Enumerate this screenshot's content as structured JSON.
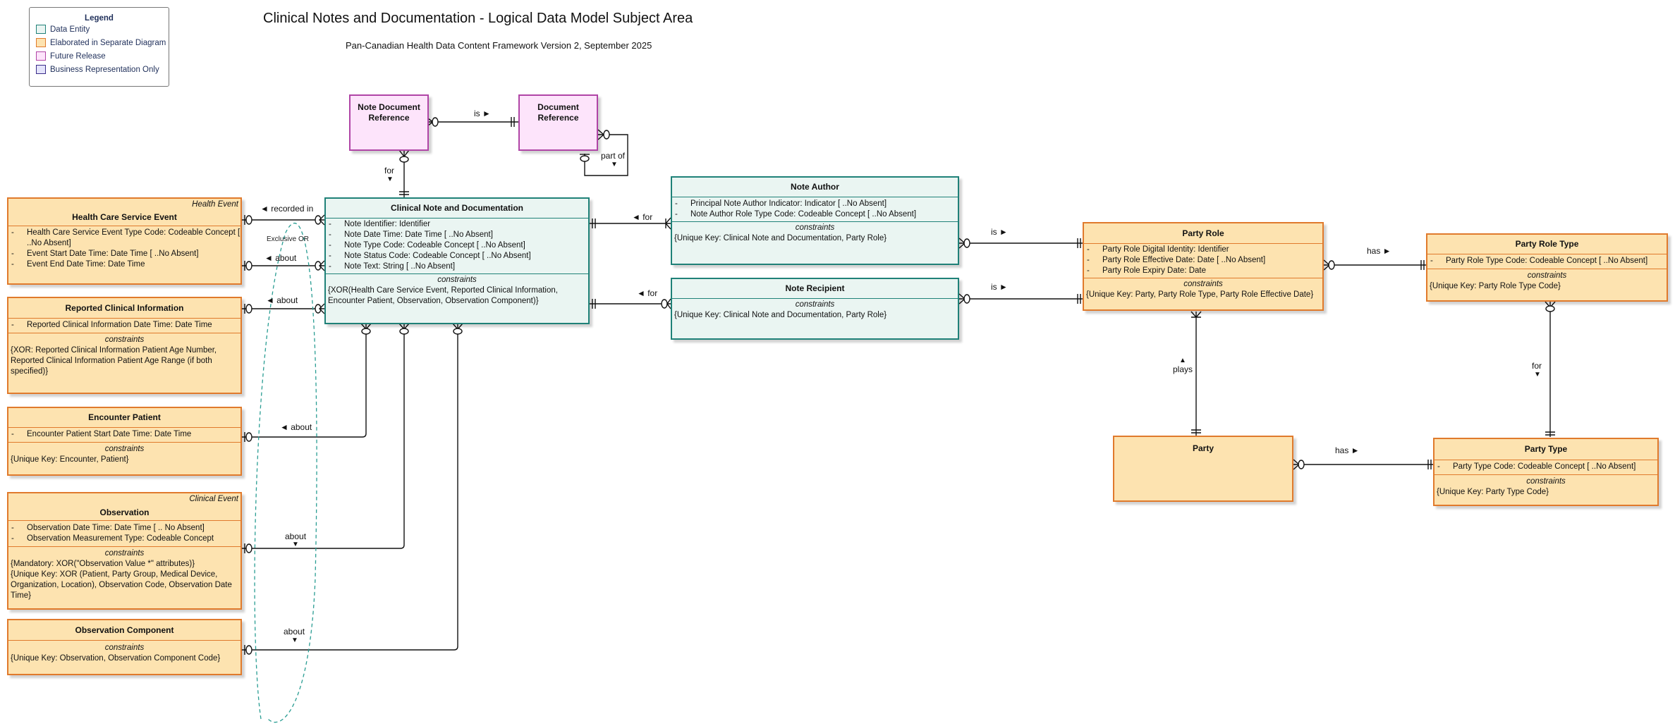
{
  "title": "Clinical Notes and Documentation - Logical Data Model Subject Area",
  "subtitle": "Pan-Canadian Health Data Content Framework Version 2, September 2025",
  "legend": {
    "title": "Legend",
    "items": [
      {
        "label": "Data Entity",
        "fill": "#eaf5f2",
        "border": "#1f8178"
      },
      {
        "label": "Elaborated in Separate Diagram",
        "fill": "#fde3b0",
        "border": "#e07a2c"
      },
      {
        "label": "Future Release",
        "fill": "#fde4fb",
        "border": "#b045a6"
      },
      {
        "label": "Business Representation Only",
        "fill": "#e4e4fb",
        "border": "#3a2d8a"
      }
    ]
  },
  "constraints_label": "constraints",
  "entities": {
    "note_document_reference": {
      "name": "Note Document Reference",
      "category": "Future Release"
    },
    "document_reference": {
      "name": "Document Reference",
      "category": "Future Release"
    },
    "clinical_note": {
      "name": "Clinical Note and Documentation",
      "category": "Data Entity",
      "attributes": [
        "Note Identifier: Identifier",
        "Note Date Time: Date Time [ ..No Absent]",
        "Note Type Code: Codeable Concept [ ..No Absent]",
        "Note Status Code: Codeable Concept [ ..No Absent]",
        "Note Text: String [ ..No Absent]"
      ],
      "constraints": "{XOR(Health Care Service Event, Reported Clinical Information, Encounter Patient, Observation, Observation Component)}"
    },
    "health_care_service_event": {
      "name": "Health Care Service Event",
      "stereotype": "Health Event",
      "category": "Elaborated in Separate Diagram",
      "attributes": [
        "Health Care Service Event Type Code: Codeable Concept [ ..No Absent]",
        "Event Start Date Time: Date Time [ ..No Absent]",
        "Event End Date Time: Date Time"
      ]
    },
    "reported_clinical_information": {
      "name": "Reported Clinical Information",
      "category": "Elaborated in Separate Diagram",
      "attributes": [
        "Reported Clinical Information Date Time: Date Time"
      ],
      "constraints": "{XOR: Reported Clinical Information Patient Age Number, Reported Clinical Information Patient Age Range (if both specified)}"
    },
    "encounter_patient": {
      "name": "Encounter Patient",
      "category": "Elaborated in Separate Diagram",
      "attributes": [
        "Encounter Patient Start Date Time: Date Time"
      ],
      "constraints": "{Unique Key: Encounter, Patient}"
    },
    "observation": {
      "name": "Observation",
      "stereotype": "Clinical Event",
      "category": "Elaborated in Separate Diagram",
      "attributes": [
        "Observation Date Time: Date Time [ .. No Absent]",
        "Observation Measurement Type: Codeable Concept"
      ],
      "constraints": "{Mandatory: XOR(\"Observation Value *\" attributes)}\n{Unique Key: XOR (Patient, Party Group, Medical Device, Organization, Location), Observation Code, Observation Date Time}"
    },
    "observation_component": {
      "name": "Observation Component",
      "category": "Elaborated in Separate Diagram",
      "constraints": "{Unique Key: Observation, Observation Component Code}"
    },
    "note_author": {
      "name": "Note Author",
      "category": "Data Entity",
      "attributes": [
        "Principal Note Author Indicator: Indicator [ ..No Absent]",
        "Note Author Role Type Code: Codeable Concept [ ..No Absent]"
      ],
      "constraints": "{Unique Key: Clinical Note and Documentation, Party Role}"
    },
    "note_recipient": {
      "name": "Note Recipient",
      "category": "Data Entity",
      "constraints": "{Unique Key: Clinical Note and Documentation, Party Role}"
    },
    "party_role": {
      "name": "Party Role",
      "category": "Elaborated in Separate Diagram",
      "attributes": [
        "Party Role Digital Identity: Identifier",
        "Party Role Effective Date: Date [ ..No Absent]",
        "Party Role Expiry Date: Date"
      ],
      "constraints": "{Unique Key: Party, Party Role Type, Party Role Effective Date}"
    },
    "party_role_type": {
      "name": "Party Role Type",
      "category": "Elaborated in Separate Diagram",
      "attributes": [
        "Party Role Type Code: Codeable Concept [ ..No Absent]"
      ],
      "constraints": "{Unique Key: Party Role Type Code}"
    },
    "party": {
      "name": "Party",
      "category": "Elaborated in Separate Diagram"
    },
    "party_type": {
      "name": "Party Type",
      "category": "Elaborated in Separate Diagram",
      "attributes": [
        "Party Type Code: Codeable Concept [ ..No Absent]"
      ],
      "constraints": "{Unique Key: Party Type Code}"
    }
  },
  "relationships": [
    {
      "from": "Note Document Reference",
      "to": "Document Reference",
      "label": "is",
      "arrow": "►"
    },
    {
      "from": "Document Reference",
      "to": "Document Reference",
      "label": "part of",
      "arrow": "▼"
    },
    {
      "from": "Note Document Reference",
      "to": "Clinical Note and Documentation",
      "label": "for",
      "arrow": "▼"
    },
    {
      "from": "Health Care Service Event",
      "to": "Clinical Note and Documentation",
      "label": "recorded in",
      "arrow": "◄"
    },
    {
      "from": "Health Care Service Event",
      "to": "Clinical Note and Documentation",
      "label": "about",
      "arrow": "◄"
    },
    {
      "from": "Reported Clinical Information",
      "to": "Clinical Note and Documentation",
      "label": "about",
      "arrow": "◄"
    },
    {
      "from": "Encounter Patient",
      "to": "Clinical Note and Documentation",
      "label": "about",
      "arrow": "◄"
    },
    {
      "from": "Observation",
      "to": "Clinical Note and Documentation",
      "label": "about",
      "arrow": "▼"
    },
    {
      "from": "Observation Component",
      "to": "Clinical Note and Documentation",
      "label": "about",
      "arrow": "▼"
    },
    {
      "from": "Note Author",
      "to": "Clinical Note and Documentation",
      "label": "for",
      "arrow": "◄"
    },
    {
      "from": "Note Recipient",
      "to": "Clinical Note and Documentation",
      "label": "for",
      "arrow": "◄"
    },
    {
      "from": "Note Author",
      "to": "Party Role",
      "label": "is",
      "arrow": "►"
    },
    {
      "from": "Note Recipient",
      "to": "Party Role",
      "label": "is",
      "arrow": "►"
    },
    {
      "from": "Party Role",
      "to": "Party Role Type",
      "label": "has",
      "arrow": "►"
    },
    {
      "from": "Party",
      "to": "Party Role",
      "label": "plays",
      "arrow": "▲"
    },
    {
      "from": "Party Role Type",
      "to": "Party Type",
      "label": "for",
      "arrow": "▼"
    },
    {
      "from": "Party",
      "to": "Party Type",
      "label": "has",
      "arrow": "►"
    }
  ],
  "xor_group": {
    "label": "Exclusive OR"
  },
  "labels": {
    "is_ndr": "is ►",
    "part_of": "part of",
    "part_of_arrow": "▼",
    "for_ndr": "for",
    "for_ndr_arrow": "▼",
    "recorded_in": "◄ recorded in",
    "about_hcse": "◄ about",
    "about_rci": "◄ about",
    "about_ep": "◄ about",
    "about_obs": "about",
    "about_obs_arrow": "▼",
    "about_obsc": "about",
    "about_obsc_arrow": "▼",
    "for_author": "◄ for",
    "for_recipient": "◄ for",
    "is_author": "is ►",
    "is_recipient": "is ►",
    "has_prt": "has ►",
    "plays_arrow": "▲",
    "plays": "plays",
    "for_pt": "for",
    "for_pt_arrow": "▼",
    "has_pt": "has ►"
  }
}
